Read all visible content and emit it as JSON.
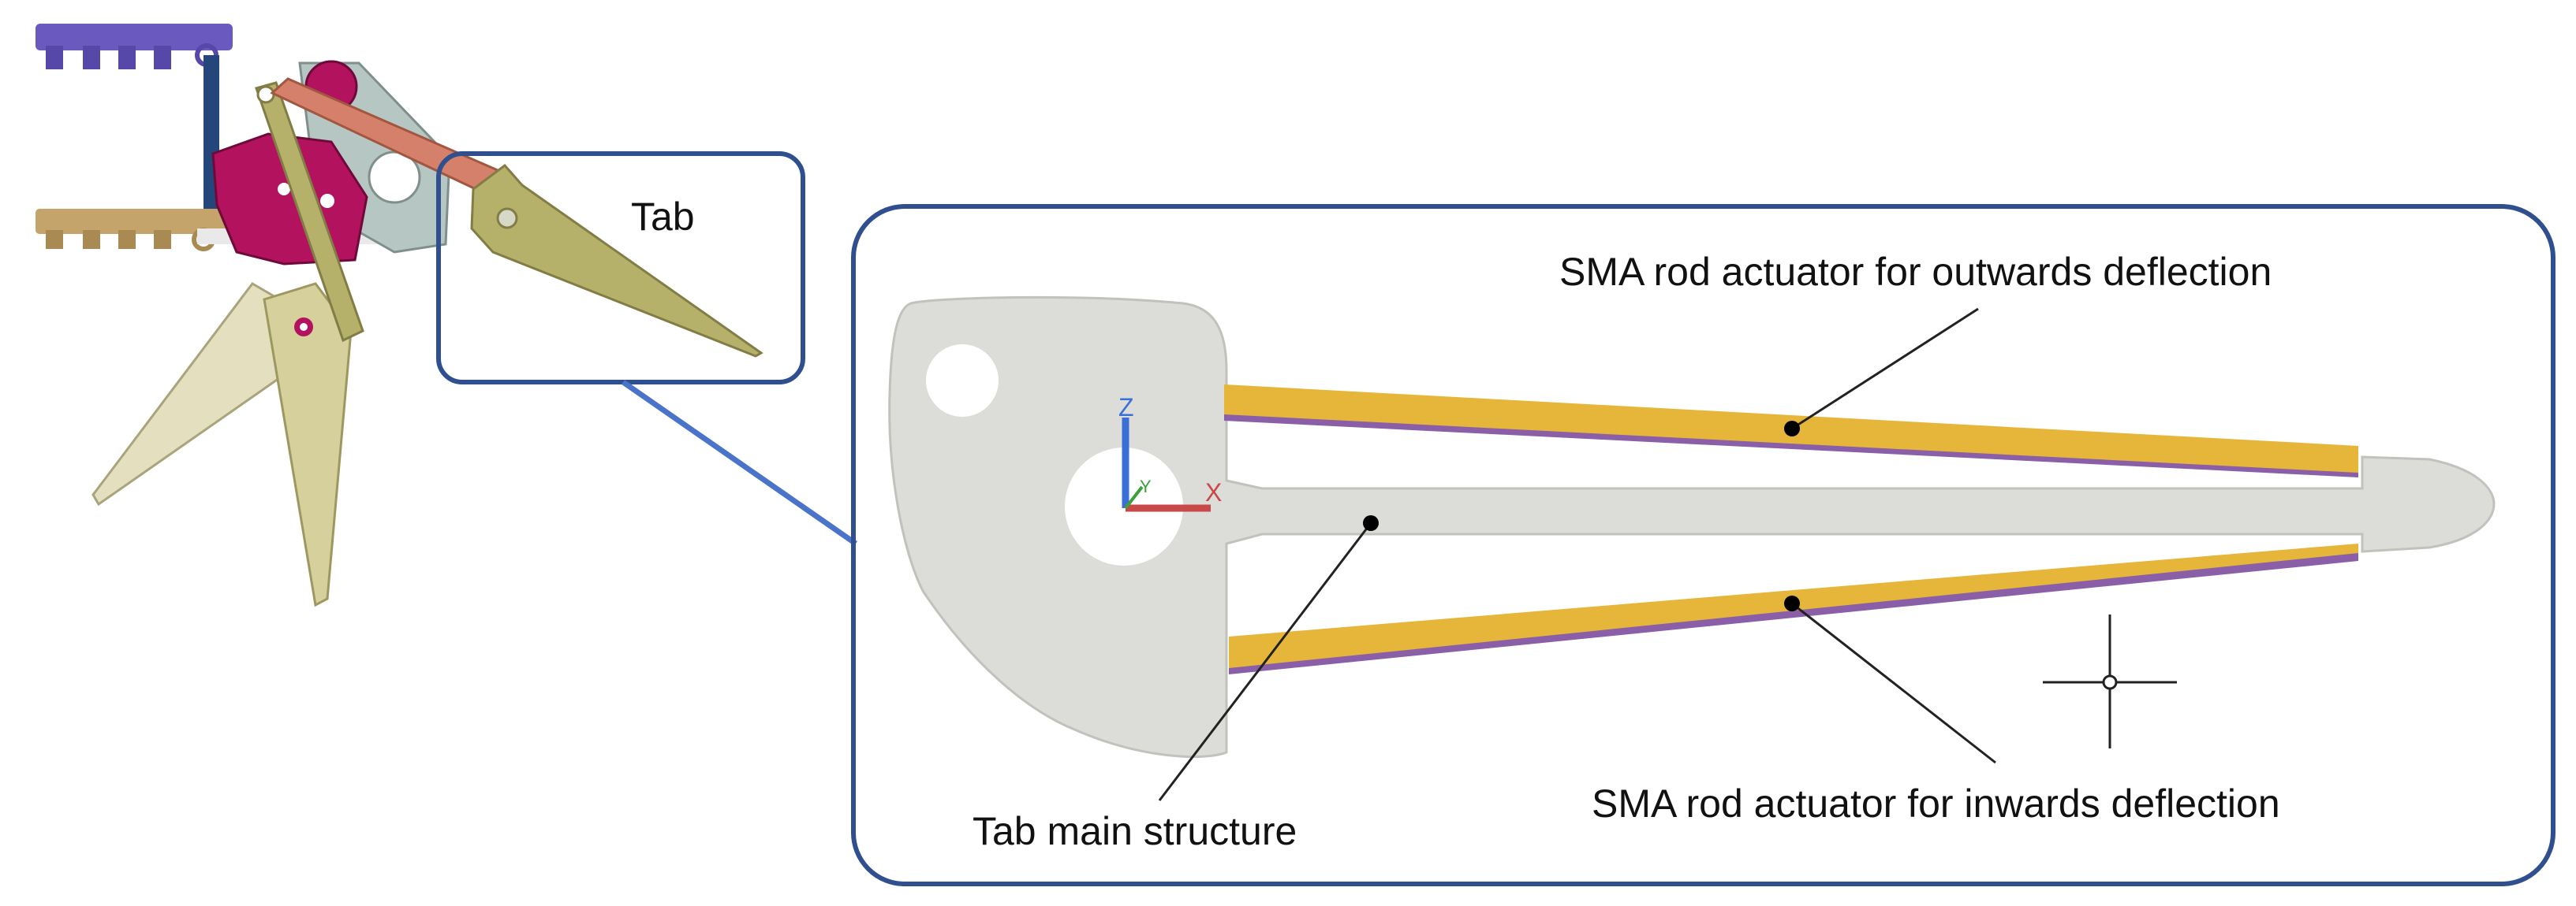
{
  "labels": {
    "tab": "Tab",
    "outwards_actuator": "SMA rod actuator for outwards deflection",
    "inwards_actuator": "SMA rod actuator for inwards deflection",
    "main_structure": "Tab main structure"
  },
  "triad": {
    "z": "Z",
    "x": "X",
    "y": "Y"
  },
  "colors": {
    "callout_frame": "#2f4f8f",
    "leader_connector": "#4a74c9",
    "tab_structure": "#dcdcd8",
    "sma_rod": "#e6b63b",
    "sma_rod_shadow": "#8a5fa8",
    "tab_mechanism": "#b5b06a",
    "retracted_tab": "#e3dfbf",
    "pink_bracket": "#b3125f",
    "grey_bracket": "#b6c6c2",
    "link_rod": "#d4806a",
    "top_rail": "#6a5ac0",
    "bottom_rail": "#c4a46a",
    "blue_strut": "#24467a"
  }
}
